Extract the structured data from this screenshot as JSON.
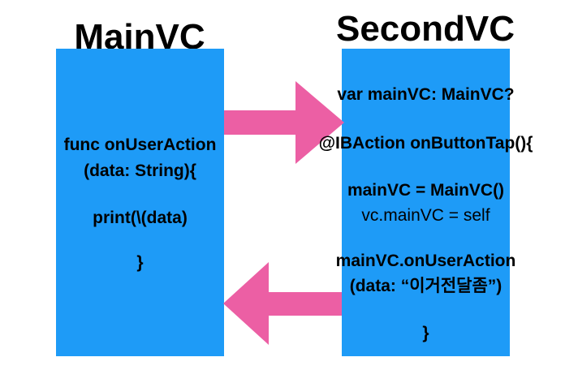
{
  "titles": {
    "main": "MainVC",
    "second": "SecondVC"
  },
  "main_box": {
    "lines": [
      "func onUserAction",
      "(data: String){",
      "print(\\(data)",
      "}"
    ]
  },
  "second_box": {
    "lines": [
      "var mainVC: MainVC?",
      "@IBAction onButtonTap(){",
      "mainVC = MainVC()",
      "vc.mainVC = self",
      "mainVC.onUserAction",
      "(data: “이거전달좀”)",
      "}"
    ]
  },
  "colors": {
    "box": "#1e9bf7",
    "arrow": "#ec5fa4",
    "text": "#000000"
  }
}
